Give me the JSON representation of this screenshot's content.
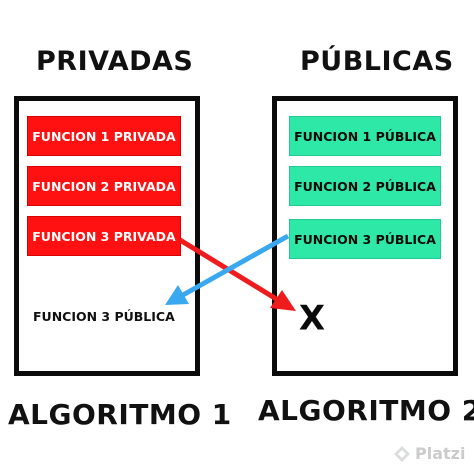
{
  "headings": {
    "privadas": "PRIVADAS",
    "publicas": "PÚBLICAS",
    "algoritmo_1": "ALGORITMO 1",
    "algoritmo_2": "ALGORITMO 2"
  },
  "private_functions": [
    "FUNCION 1 PRIVADA",
    "FUNCION 2 PRIVADA",
    "FUNCION 3 PRIVADA"
  ],
  "public_functions": [
    "FUNCION 1 PÚBLICA",
    "FUNCION 2 PÚBLICA",
    "FUNCION 3 PÚBLICA"
  ],
  "received_function": "FUNCION 3 PÚBLICA",
  "blocked_marker": "X",
  "watermark": "Platzi",
  "colors": {
    "private_fill": "#ff1111",
    "public_fill": "#2ee8a8",
    "red_arrow": "#ee1c1c",
    "blue_arrow": "#3aa8f0"
  }
}
